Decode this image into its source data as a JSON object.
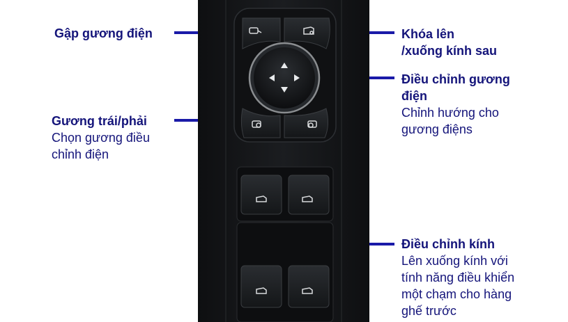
{
  "callouts": {
    "fold_mirror": {
      "title": "Gập gương điện"
    },
    "window_lock": {
      "title_line1": "Khóa lên",
      "title_line2": "/xuống kính sau"
    },
    "mirror_adjust": {
      "title_line1": "Điều chỉnh gương",
      "title_line2": "điện",
      "desc_line1": "Chỉnh hướng cho",
      "desc_line2": "gương điệns"
    },
    "mirror_select": {
      "title": "Gương trái/phải",
      "desc_line1": "Chọn gương điều",
      "desc_line2": "chỉnh điện"
    },
    "window_adjust": {
      "title": "Điều chỉnh kính",
      "desc_line1": "Lên xuống kính với",
      "desc_line2": "tính năng điều khiển",
      "desc_line3": "một chạm cho hàng",
      "desc_line4": "ghế trước"
    }
  },
  "colors": {
    "text": "#14147a",
    "arrow": "#1a1aa8",
    "panel": "#141618",
    "button": "#1e2124"
  },
  "icons": [
    "mirror-fold-icon",
    "window-lock-icon",
    "direction-pad-icon",
    "left-mirror-icon",
    "right-mirror-icon",
    "window-switch-icon"
  ]
}
